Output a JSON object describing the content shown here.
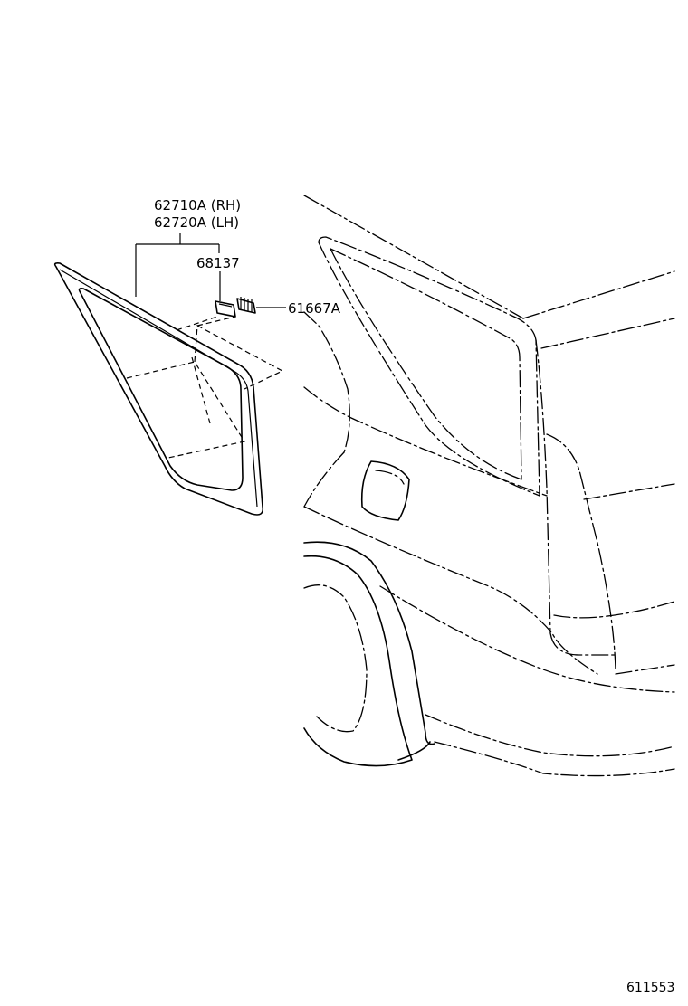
{
  "callouts": {
    "glass_rh": "62710A (RH)",
    "glass_lh": "62720A (LH)",
    "clip": "68137",
    "clip_base": "61667A"
  },
  "footer": {
    "illustration_number": "611553"
  }
}
